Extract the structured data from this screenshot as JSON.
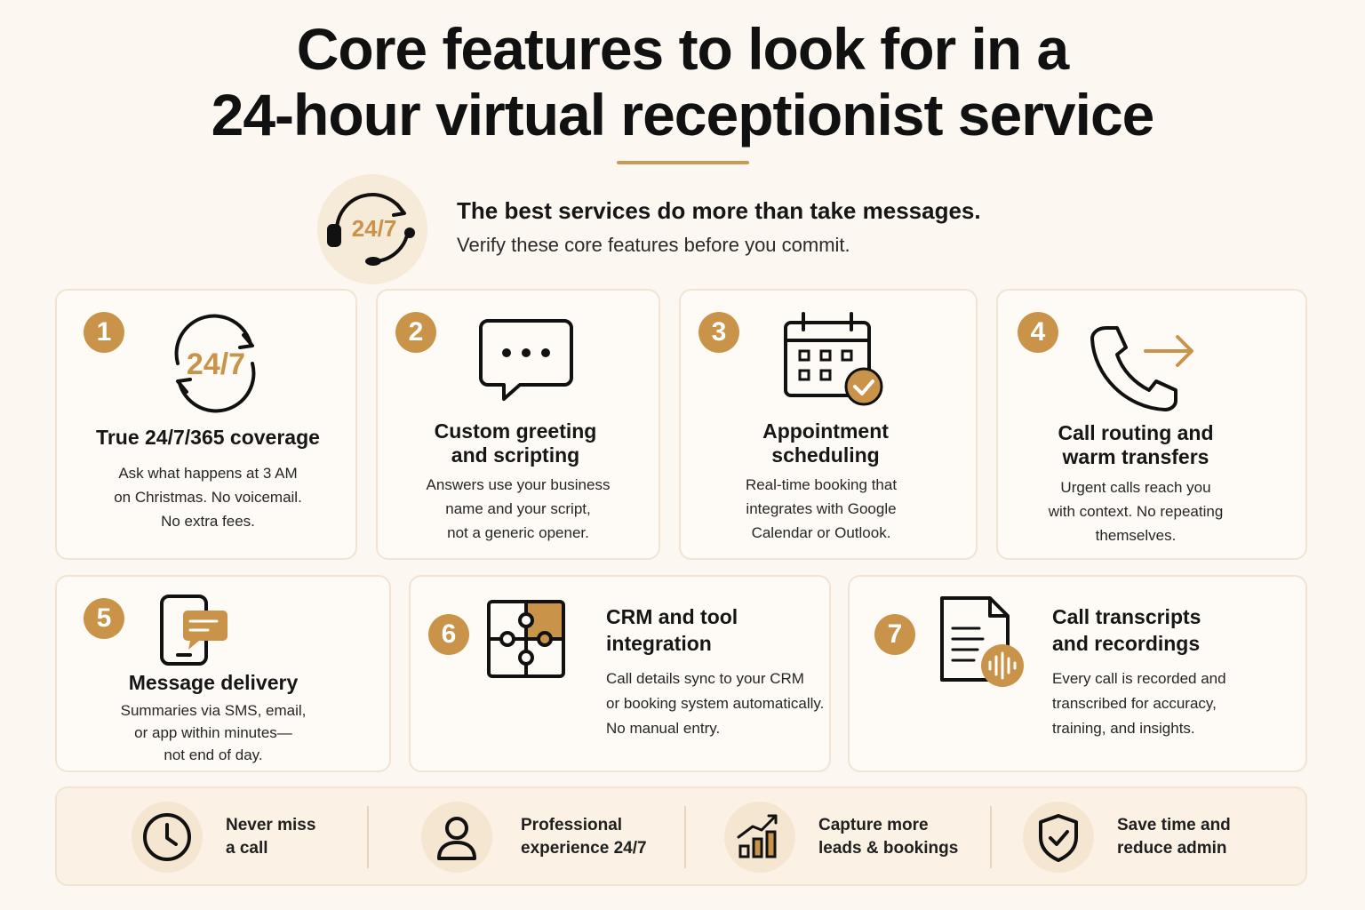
{
  "header": {
    "title_line1": "Core features to look for in a",
    "title_line2": "24-hour virtual receptionist service"
  },
  "intro": {
    "icon": "headset-24-7-icon",
    "icon_text": "24/7",
    "headline": "The best services do more than take messages.",
    "subline": "Verify these core features before you commit."
  },
  "features": [
    {
      "number": "1",
      "icon": "24-7-cycle-icon",
      "icon_text": "24/7",
      "title": "True 24/7/365 coverage",
      "desc": "Ask what happens at 3 AM\non Christmas. No voicemail.\nNo extra fees."
    },
    {
      "number": "2",
      "icon": "chat-bubble-icon",
      "title": "Custom greeting\nand scripting",
      "desc": "Answers use your business\nname and your script,\nnot a generic opener."
    },
    {
      "number": "3",
      "icon": "calendar-check-icon",
      "title": "Appointment\nscheduling",
      "desc": "Real-time booking that\nintegrates with Google\nCalendar or Outlook."
    },
    {
      "number": "4",
      "icon": "phone-forward-icon",
      "title": "Call routing and\nwarm transfers",
      "desc": "Urgent calls reach you\nwith context. No repeating\nthemselves."
    },
    {
      "number": "5",
      "icon": "mobile-message-icon",
      "title": "Message delivery",
      "desc": "Summaries via SMS, email,\nor app within minutes—\nnot end of day."
    },
    {
      "number": "6",
      "icon": "puzzle-icon",
      "title": "CRM and tool\nintegration",
      "desc": "Call details sync to your CRM\nor booking system automatically.\nNo manual entry."
    },
    {
      "number": "7",
      "icon": "transcript-audio-icon",
      "title": "Call transcripts\nand recordings",
      "desc": "Every call is recorded and\ntranscribed for accuracy,\ntraining, and insights."
    }
  ],
  "benefits": [
    {
      "icon": "clock-icon",
      "text": "Never miss\na call"
    },
    {
      "icon": "user-icon",
      "text": "Professional\nexperience 24/7"
    },
    {
      "icon": "growth-chart-icon",
      "text": "Capture more\nleads & bookings"
    },
    {
      "icon": "shield-check-icon",
      "text": "Save time and\nreduce admin"
    }
  ],
  "colors": {
    "background": "#fcf7f0",
    "accent": "#c9944a",
    "accent_light": "#f5e6d1",
    "text": "#161616"
  }
}
